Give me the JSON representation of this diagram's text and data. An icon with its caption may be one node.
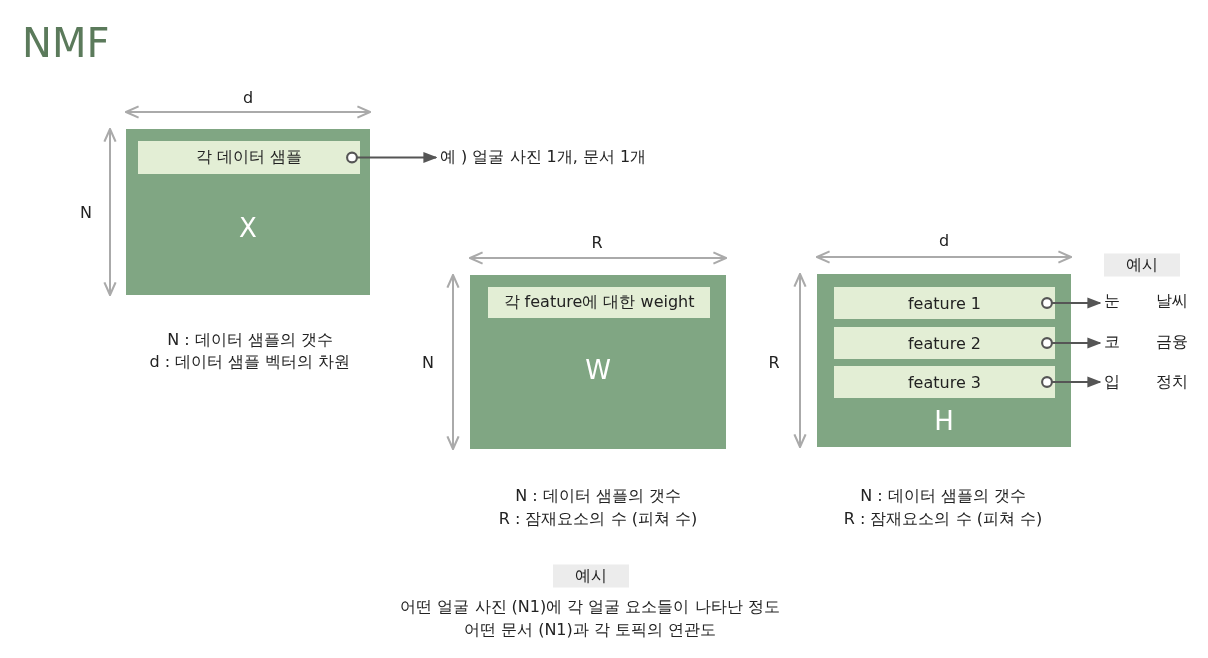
{
  "diagram": {
    "title": "NMF",
    "nodes": [
      {
        "text": [
          "X"
        ]
      },
      {
        "text": [
          "각 데이터 샘플"
        ],
        "in": 0
      },
      {
        "text": [
          "예 ) 얼굴 사진 1개, 문서 1개"
        ]
      },
      {
        "text": [
          "W"
        ]
      },
      {
        "text": [
          "각 feature에 대한 weight"
        ],
        "in": 3
      },
      {
        "text": [
          "H"
        ]
      },
      {
        "text": [
          "feature 1"
        ],
        "in": 5
      },
      {
        "text": [
          "feature 2"
        ],
        "in": 5
      },
      {
        "text": [
          "feature 3"
        ],
        "in": 5
      },
      {
        "text": [
          "눈"
        ]
      },
      {
        "text": [
          "코"
        ]
      },
      {
        "text": [
          "입"
        ]
      }
    ],
    "edges": [
      {
        "from": 1,
        "to": 2,
        "arrow": "to"
      },
      {
        "from": 6,
        "to": 9,
        "arrow": "to"
      },
      {
        "from": 7,
        "to": 10,
        "arrow": "to"
      },
      {
        "from": 8,
        "to": 11,
        "arrow": "to"
      }
    ],
    "labels": [
      "d",
      "N",
      "R",
      "d",
      "예시",
      "N",
      "R",
      "날씨",
      "금융",
      "정치",
      "N : 데이터 샘플의 갯수",
      "d : 데이터 샘플 벡터의 차원",
      "N : 데이터 샘플의 갯수",
      "R : 잠재요소의 수 (피쳐 수)",
      "N : 데이터 샘플의 갯수",
      "R : 잠재요소의 수 (피쳐 수)",
      "예시",
      "어떤 얼굴 사진 (N1)에 각 얼굴 요소들이 나타난 정도",
      "어떤 문서 (N1)과 각 토픽의 연관도"
    ]
  }
}
